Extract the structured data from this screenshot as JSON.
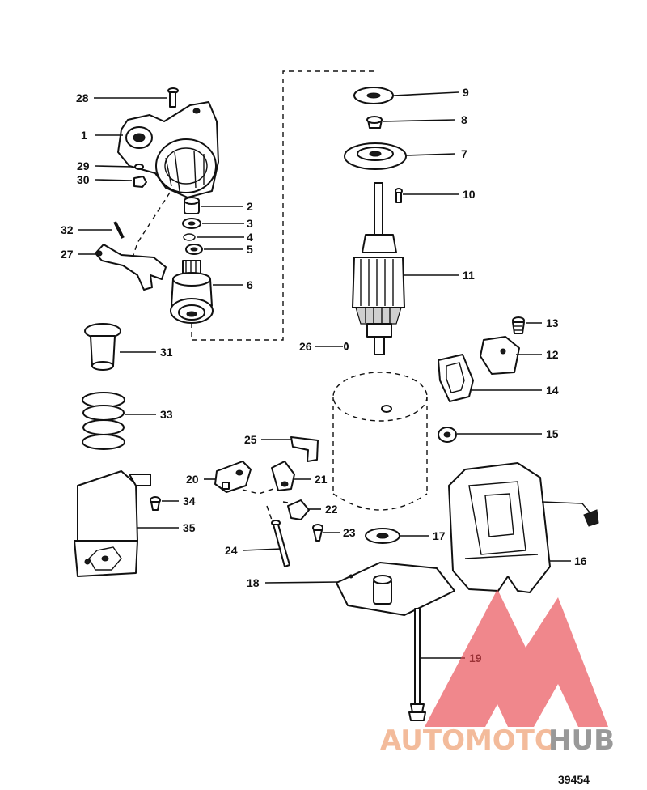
{
  "figure": {
    "number": "39454",
    "callouts": [
      "1",
      "2",
      "3",
      "4",
      "5",
      "6",
      "7",
      "8",
      "9",
      "10",
      "11",
      "12",
      "13",
      "14",
      "15",
      "16",
      "17",
      "18",
      "19",
      "20",
      "21",
      "22",
      "23",
      "24",
      "25",
      "26",
      "27",
      "28",
      "29",
      "30",
      "31",
      "32",
      "33",
      "34",
      "35"
    ]
  },
  "watermark": {
    "part1": "AUTOMOTO",
    "part2": "HUB",
    "color_primary": "#f2b08a",
    "color_secondary": "#888888",
    "logo_color": "#e8434b"
  }
}
